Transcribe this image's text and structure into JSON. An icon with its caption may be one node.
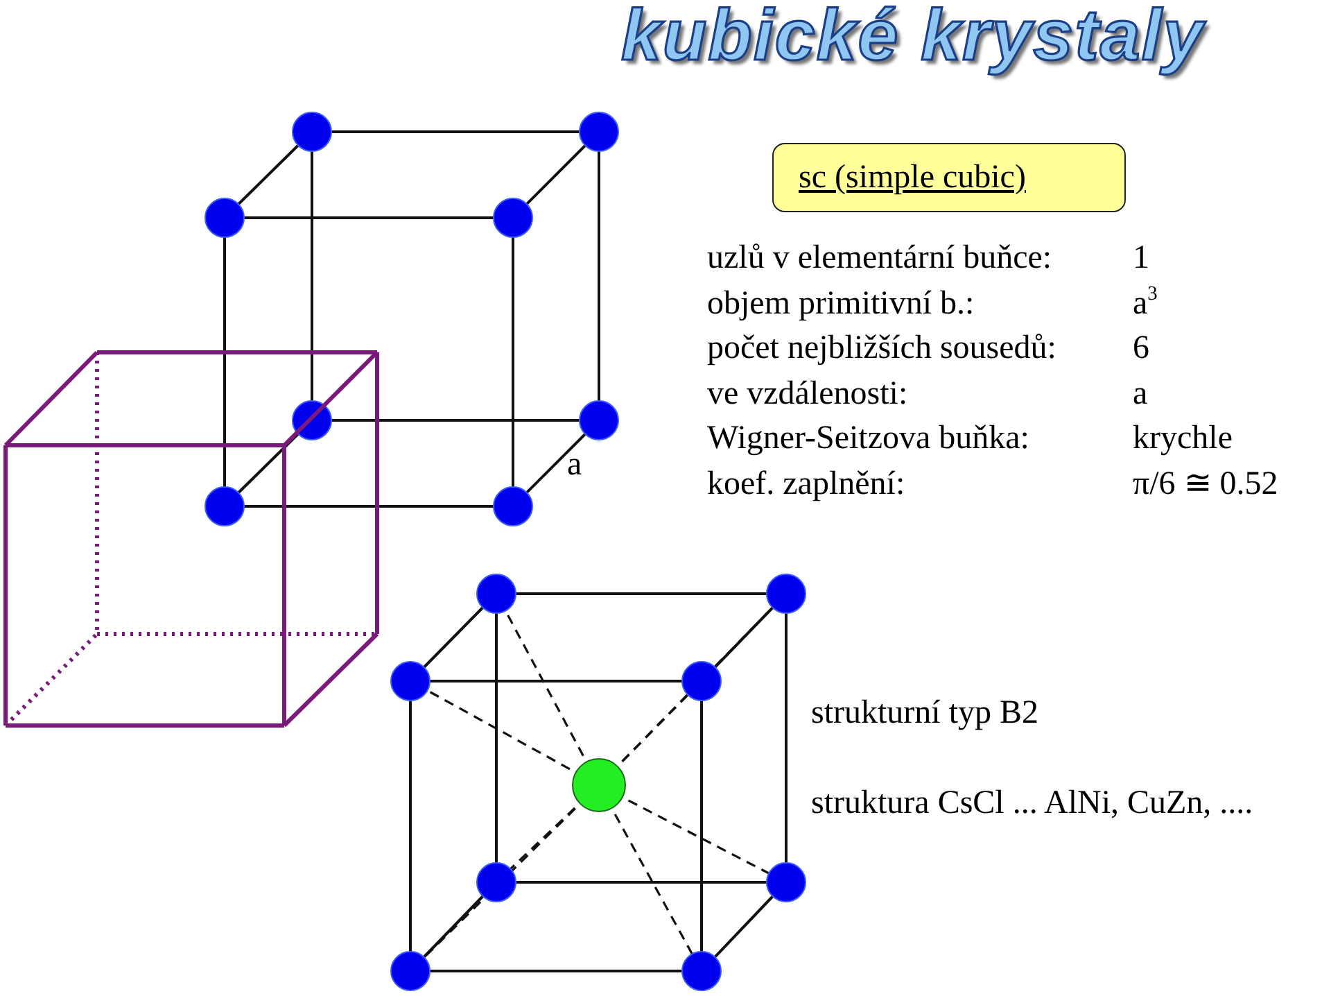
{
  "diagram": {
    "title": "kubické krystaly",
    "nodes": [
      {
        "text": [
          "sc  (simple cubic)"
        ]
      }
    ],
    "edges": [],
    "labels": [
      "a",
      "uzlů v elementární buňce:",
      "1",
      "objem primitivní b.:",
      "a$^{3}$",
      "počet nejbližších sousedů:",
      "6",
      "ve vzdálenosti:",
      "a",
      "Wigner-Seitzova buňka:",
      "krychle",
      "koef. zaplnění:",
      "π/6 ≅ 0.52",
      "strukturní typ B2",
      "struktura CsCl ... AlNi, CuZn, ...."
    ]
  }
}
